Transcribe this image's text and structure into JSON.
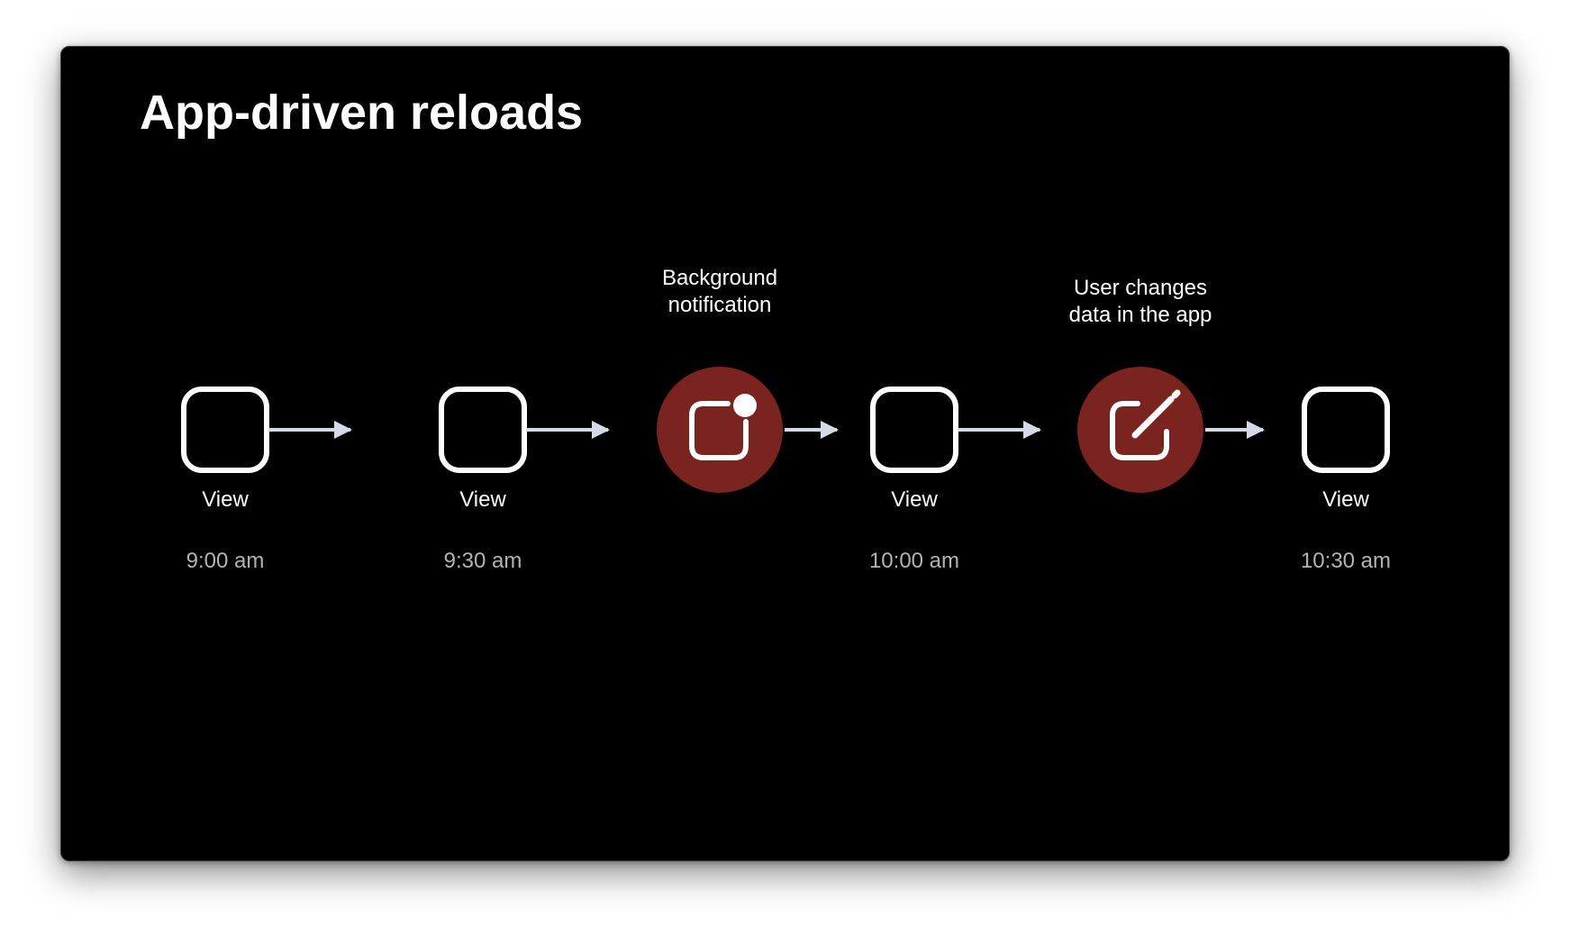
{
  "slide": {
    "title": "App-driven reloads"
  },
  "colors": {
    "background": "#000000",
    "stroke": "#ffffff",
    "arrow": "#d5dbe6",
    "event_fill": "#7a231f",
    "time_text": "#b3b3b3"
  },
  "timeline": {
    "views": [
      {
        "label": "View",
        "time": "9:00 am"
      },
      {
        "label": "View",
        "time": "9:30 am"
      },
      {
        "label": "View",
        "time": "10:00 am"
      },
      {
        "label": "View",
        "time": "10:30 am"
      }
    ],
    "events": [
      {
        "icon": "notification-badge-icon",
        "caption_line1": "Background",
        "caption_line2": "notification"
      },
      {
        "icon": "edit-pencil-icon",
        "caption_line1": "User changes",
        "caption_line2": "data in the app"
      }
    ]
  }
}
